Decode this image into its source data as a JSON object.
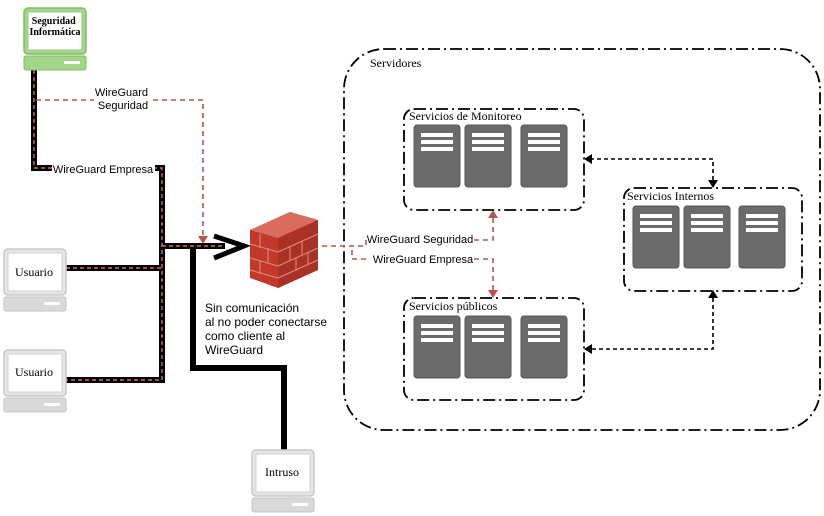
{
  "labels": {
    "security_pc": [
      "Seguridad",
      "Informática"
    ],
    "user1": "Usuario",
    "user2": "Usuario",
    "intruder": "Intruso",
    "servers_group": "Servidores",
    "monitoring_group": "Servicios de Monitoreo",
    "internal_group": "Servicios Internos",
    "public_group": "Servicios públicos",
    "link_security": [
      "WireGuard",
      "Seguridad"
    ],
    "link_company": "WireGuard Empresa",
    "fw_link_security": "WireGuard Seguridad",
    "fw_link_company": "WireGuard Empresa",
    "note": [
      "Sin comunicación",
      "al no poder conectarse",
      "como cliente al",
      "WireGuard"
    ]
  },
  "colors": {
    "security_pc": "#a3d58a",
    "client_pc": "#e0e0e0",
    "server": "#6b6b6b",
    "firewall": "#c0392b",
    "vpn_security": "#b85450",
    "line": "#000000"
  },
  "icons": {
    "client": "computer-icon",
    "server": "server-icon",
    "firewall": "firewall-icon"
  }
}
